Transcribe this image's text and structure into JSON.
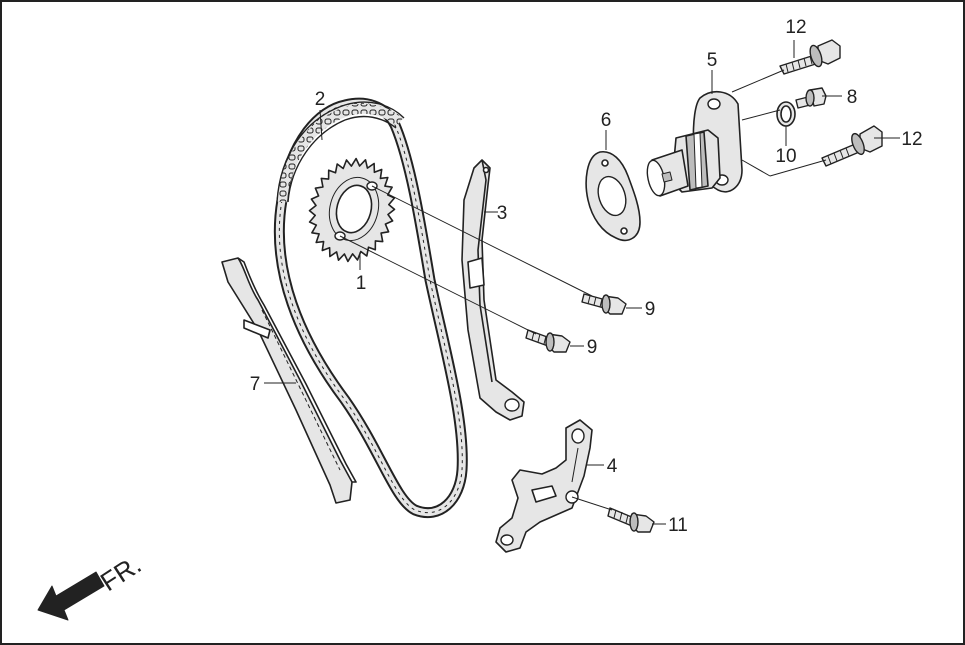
{
  "diagram": {
    "callouts": [
      {
        "id": "c1",
        "text": "1"
      },
      {
        "id": "c2",
        "text": "2"
      },
      {
        "id": "c3",
        "text": "3"
      },
      {
        "id": "c4",
        "text": "4"
      },
      {
        "id": "c5",
        "text": "5"
      },
      {
        "id": "c6",
        "text": "6"
      },
      {
        "id": "c7",
        "text": "7"
      },
      {
        "id": "c8",
        "text": "8"
      },
      {
        "id": "c9a",
        "text": "9"
      },
      {
        "id": "c9b",
        "text": "9"
      },
      {
        "id": "c10",
        "text": "10"
      },
      {
        "id": "c11",
        "text": "11"
      },
      {
        "id": "c12a",
        "text": "12"
      },
      {
        "id": "c12b",
        "text": "12"
      }
    ],
    "direction_label": "FR."
  },
  "colors": {
    "line": "#222222",
    "part_fill": "#e6e6e6",
    "part_shade": "#bdbdbd",
    "background": "#ffffff"
  }
}
